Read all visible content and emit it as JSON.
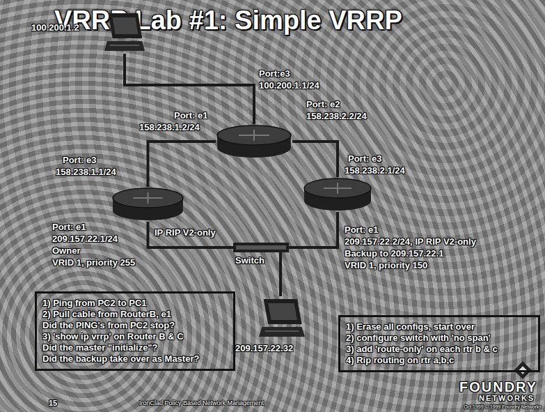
{
  "diagram": {
    "title": "VRRP Lab #1: Simple VRRP",
    "nodes": [
      {
        "text": [
          "100.200.1.2"
        ]
      },
      {
        "text": [
          "Port:e3",
          "100.200.1.1/24",
          "Port: e1",
          "158.238.1.2/24",
          "Port: e2",
          "158.238.2.2/24"
        ]
      },
      {
        "text": [
          "Port: e3",
          "158.238.1.1/24",
          "Port: e1",
          "209.157.22.1/24",
          "IP RIP V2-only",
          "Owner",
          "VRID 1, priority 255"
        ]
      },
      {
        "text": [
          "Port: e3",
          "158.238.2.1/24",
          "Port: e1",
          "209.157.22.2/24, IP RIP V2-only",
          "Backup to 209.157.22.1",
          "VRID 1, priority 150"
        ]
      },
      {
        "text": [
          "Switch"
        ]
      },
      {
        "text": [
          "209.157.22.32"
        ]
      },
      {
        "text": [
          "1) Ping from PC2 to PC1",
          "2) Pull cable from RouterB, e1",
          "Did the PING's from PC2 stop?",
          "3) 'show ip vrrp' on Router B & C",
          "Did the master \"initialize\"?",
          "Did the backup take over as Master?"
        ]
      },
      {
        "text": [
          "1) Erase all configs, start over",
          "2) configure switch with 'no span'",
          "3) add 'route-only' on each rtr b & c",
          "4) Rip routing on rtr a,b,c"
        ]
      }
    ],
    "edges": [
      {
        "from": 0,
        "to": 1,
        "arrow": "none"
      },
      {
        "from": 1,
        "to": 2,
        "arrow": "none"
      },
      {
        "from": 1,
        "to": 3,
        "arrow": "none"
      },
      {
        "from": 2,
        "to": 4,
        "arrow": "none"
      },
      {
        "from": 3,
        "to": 4,
        "arrow": "none"
      },
      {
        "from": 4,
        "to": 5,
        "arrow": "none"
      }
    ],
    "labels": [
      "15",
      "IronClad Policy Based Network Management",
      "FOUNDRY",
      "NETWORKS",
      "Oct 1999 © 1999 Foundry Networks"
    ]
  }
}
